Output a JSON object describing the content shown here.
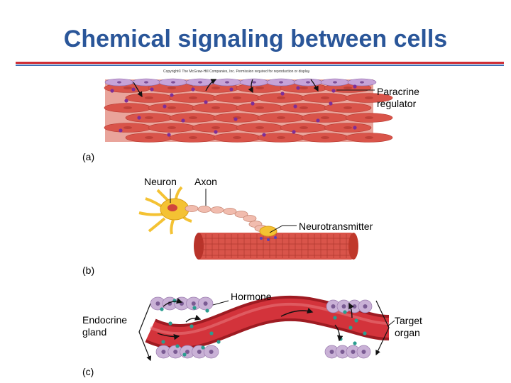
{
  "title": "Chemical signaling between cells",
  "copyright": "Copyright© The McGraw-Hill Companies, Inc. Permission required for reproduction or display.",
  "panel_a": {
    "letter": "(a)",
    "paracrine_line1": "Paracrine",
    "paracrine_line2": "regulator"
  },
  "panel_b": {
    "letter": "(b)",
    "neuron": "Neuron",
    "axon": "Axon",
    "neurotransmitter": "Neurotransmitter"
  },
  "panel_c": {
    "letter": "(c)",
    "hormone": "Hormone",
    "endocrine_line1": "Endocrine",
    "endocrine_line2": "gland",
    "target_line1": "Target",
    "target_line2": "organ"
  },
  "colors": {
    "title": "#2a5699",
    "muscle": "#d9544a",
    "vessel": "#c8232b",
    "regulator_dot": "#7d2e98",
    "hormone_dot": "#2a9d8f"
  }
}
